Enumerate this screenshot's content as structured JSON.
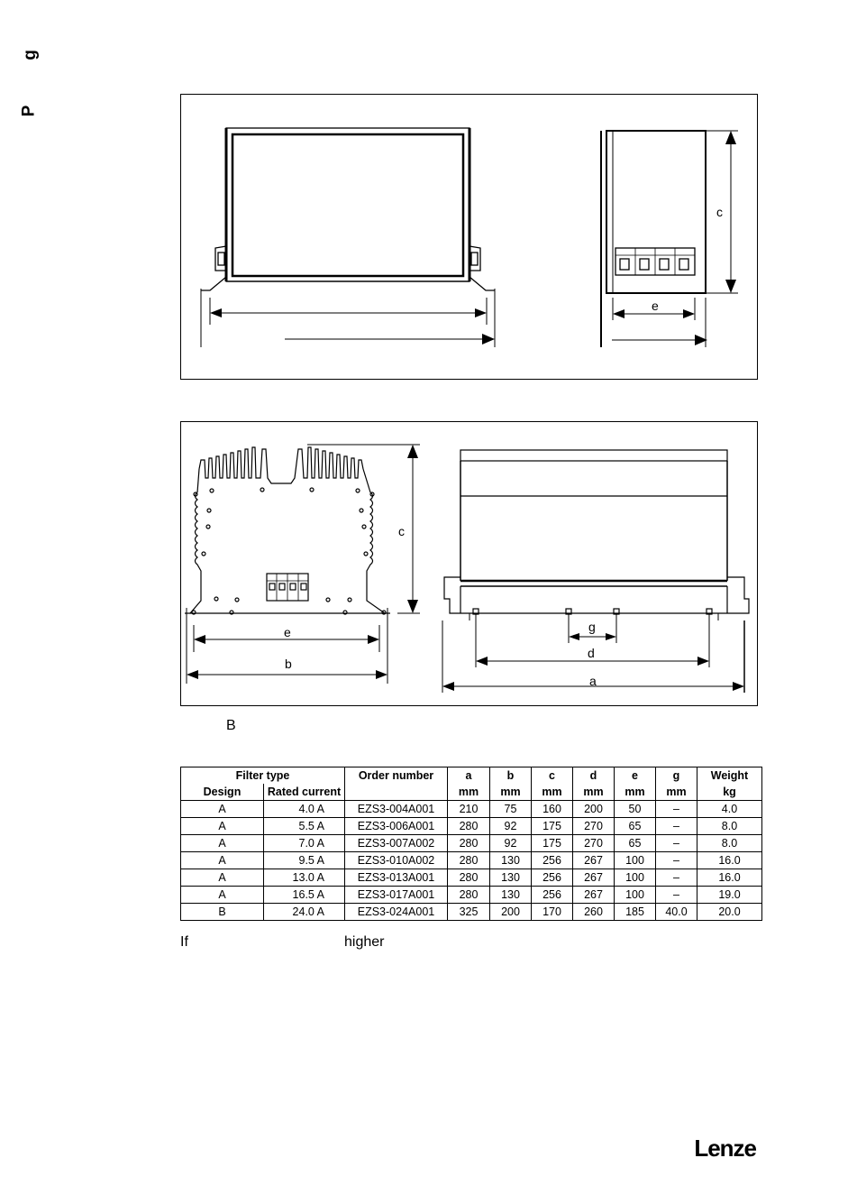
{
  "margin_letters": [
    "g",
    "P"
  ],
  "fig_top": {
    "labels": {
      "c": "c",
      "e": "e"
    }
  },
  "fig_bottom": {
    "labels": {
      "c": "c",
      "e": "e",
      "b": "b",
      "g": "g",
      "d": "d",
      "a": "a"
    }
  },
  "caption": "B",
  "table": {
    "group_header": "Filter type",
    "headers": {
      "design": "Design",
      "rated_current": "Rated current",
      "order_number": "Order number",
      "a": "a",
      "b": "b",
      "c": "c",
      "d": "d",
      "e": "e",
      "g": "g",
      "weight": "Weight"
    },
    "units": {
      "a": "mm",
      "b": "mm",
      "c": "mm",
      "d": "mm",
      "e": "mm",
      "g": "mm",
      "weight": "kg"
    },
    "rows": [
      {
        "design": "A",
        "current": "4.0 A",
        "order": "EZS3-004A001",
        "a": "210",
        "b": "75",
        "c": "160",
        "d": "200",
        "e": "50",
        "g": "–",
        "w": "4.0"
      },
      {
        "design": "A",
        "current": "5.5 A",
        "order": "EZS3-006A001",
        "a": "280",
        "b": "92",
        "c": "175",
        "d": "270",
        "e": "65",
        "g": "–",
        "w": "8.0"
      },
      {
        "design": "A",
        "current": "7.0 A",
        "order": "EZS3-007A002",
        "a": "280",
        "b": "92",
        "c": "175",
        "d": "270",
        "e": "65",
        "g": "–",
        "w": "8.0"
      },
      {
        "design": "A",
        "current": "9.5 A",
        "order": "EZS3-010A002",
        "a": "280",
        "b": "130",
        "c": "256",
        "d": "267",
        "e": "100",
        "g": "–",
        "w": "16.0"
      },
      {
        "design": "A",
        "current": "13.0 A",
        "order": "EZS3-013A001",
        "a": "280",
        "b": "130",
        "c": "256",
        "d": "267",
        "e": "100",
        "g": "–",
        "w": "16.0"
      },
      {
        "design": "A",
        "current": "16.5 A",
        "order": "EZS3-017A001",
        "a": "280",
        "b": "130",
        "c": "256",
        "d": "267",
        "e": "100",
        "g": "–",
        "w": "19.0"
      },
      {
        "design": "B",
        "current": "24.0 A",
        "order": "EZS3-024A001",
        "a": "325",
        "b": "200",
        "c": "170",
        "d": "260",
        "e": "185",
        "g": "40.0",
        "w": "20.0"
      }
    ]
  },
  "note": {
    "word1": "If",
    "word2": "higher"
  },
  "logo": "Lenze"
}
